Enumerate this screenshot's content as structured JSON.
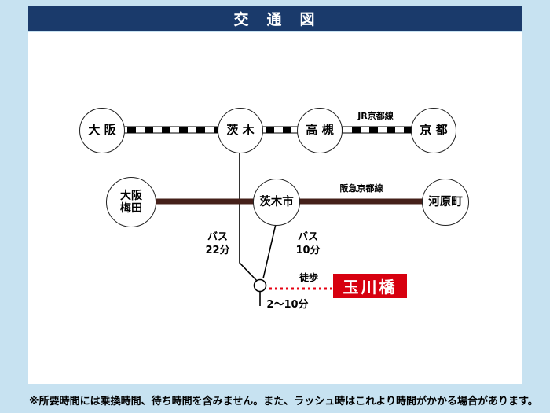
{
  "title_bar": {
    "text": "交　通　図"
  },
  "jr": {
    "line_label": "JR京都線",
    "stations": {
      "osaka": "大 阪",
      "ibaraki": "茨 木",
      "takatsuki": "高 槻",
      "kyoto": "京 都"
    }
  },
  "hankyu": {
    "line_label": "阪急京都線",
    "stations": {
      "osaka_umeda": "大阪\n梅田",
      "ibarakishi": "茨木市",
      "kawaramachi": "河原町"
    }
  },
  "bus_left": "バス\n22分",
  "bus_right": "バス\n10分",
  "walk": {
    "label": "徒歩",
    "time": "2～10分"
  },
  "destination": {
    "name": "玉川橋"
  },
  "note": "※所要時間には乗換時間、待ち時間を含みません。また、ラッシュ時はこれより時間がかかる場合があります。",
  "colors": {
    "navy": "#1a3a6b",
    "pale-blue": "#c7e2f1",
    "red": "#d7000f",
    "brown": "#45201a",
    "dot-red": "#e60012",
    "line-black": "#000000"
  }
}
